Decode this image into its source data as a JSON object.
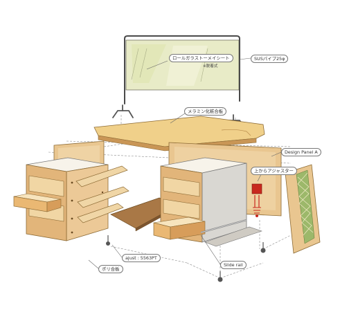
{
  "labels": {
    "mirror_sheet": "ロールガラストーメイシート",
    "mirror_sheet_note": "※脱着式",
    "sus_pipe": "SUSパイプ25φ",
    "melamine_board": "メラミン化粧合板",
    "design_panel": "Design Panel A",
    "adjuster": "上からアジャスター",
    "adjust_code": "ajust : 5563PT",
    "poly_board": "ポリ合板",
    "slide_rail": "Slide rail"
  },
  "colors": {
    "wood": "#e9c690",
    "wood_dark": "#c99656",
    "top_board": "#f0d08a",
    "white_panel": "#f7f3ea",
    "gray_panel": "#d9d7d2",
    "glass": "#e8ebc7",
    "accent_red": "#c8281e",
    "design_panel_green": "#9cb86a"
  }
}
